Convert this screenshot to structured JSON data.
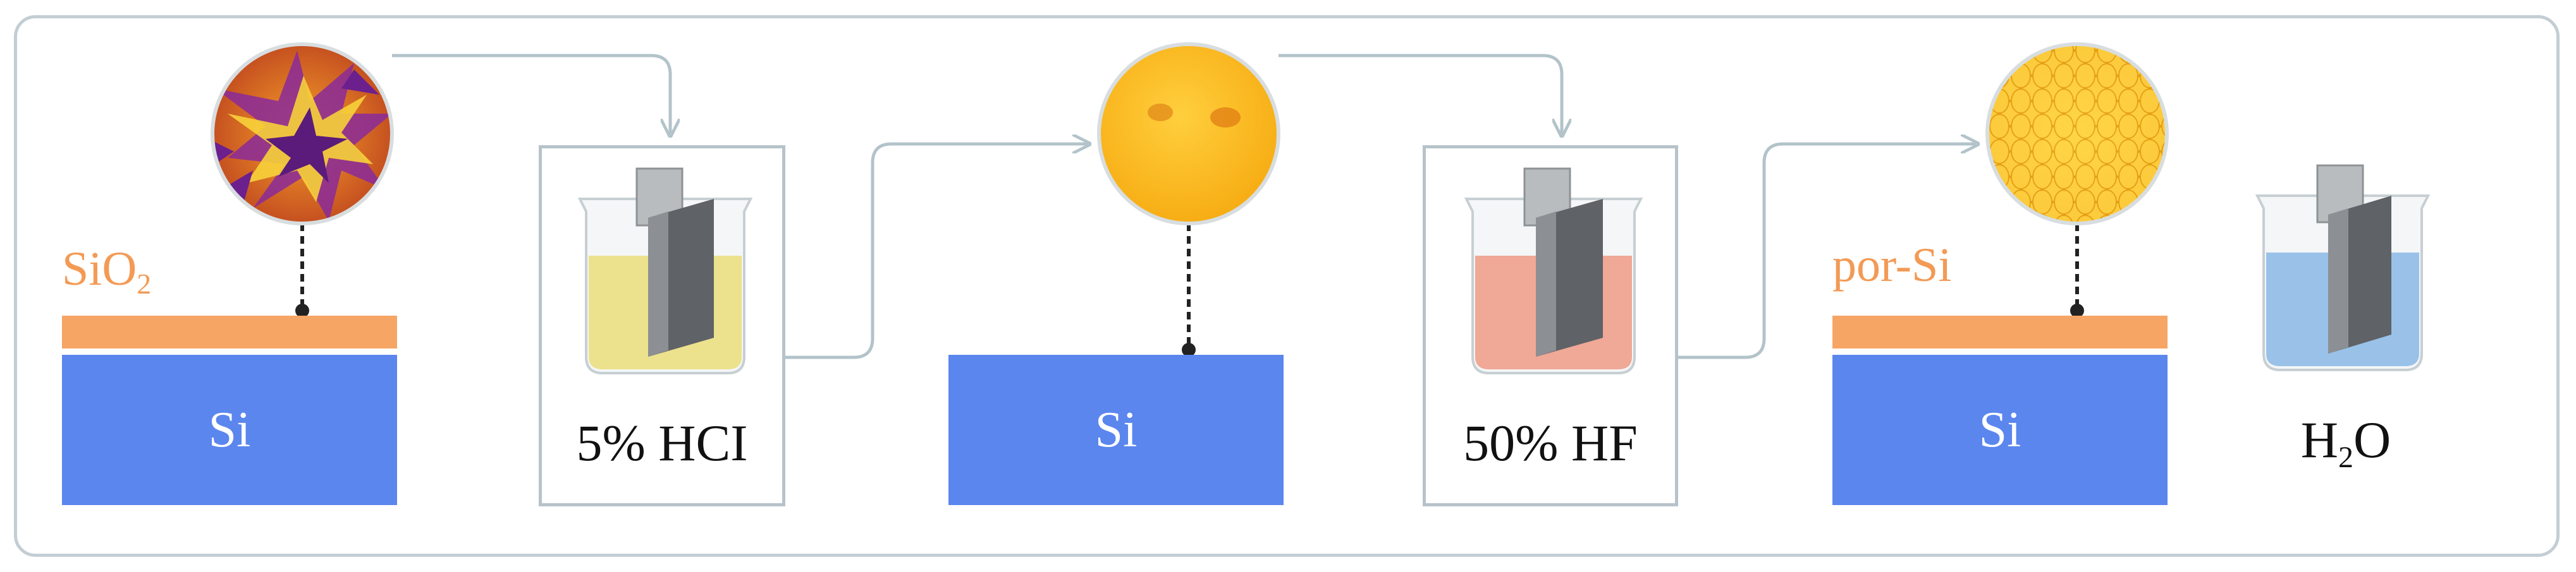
{
  "steps": [
    {
      "substrate_label": "Si",
      "layer_label": "SiO",
      "layer_subscript": "2"
    },
    {
      "solution_label": "5% HCI"
    },
    {
      "substrate_label": "Si"
    },
    {
      "solution_label": "50% HF"
    },
    {
      "substrate_label": "Si",
      "layer_label": "por-Si"
    },
    {
      "solution_label": "H",
      "solution_subscript": "2",
      "solution_suffix": "O"
    }
  ],
  "colors": {
    "silicon": "#5b86ee",
    "oxide_layer": "#f6a565",
    "label_orange": "#f39a55",
    "frame": "#c3ced4",
    "hcl_liquid": "#eadd7a",
    "hf_liquid": "#ee9a86",
    "water_liquid": "#8ab8e6"
  },
  "icons": [
    "sio2-micrograph-icon",
    "beaker-hcl-icon",
    "etched-si-micrograph-icon",
    "beaker-hf-icon",
    "porous-si-micrograph-icon",
    "beaker-water-icon"
  ]
}
